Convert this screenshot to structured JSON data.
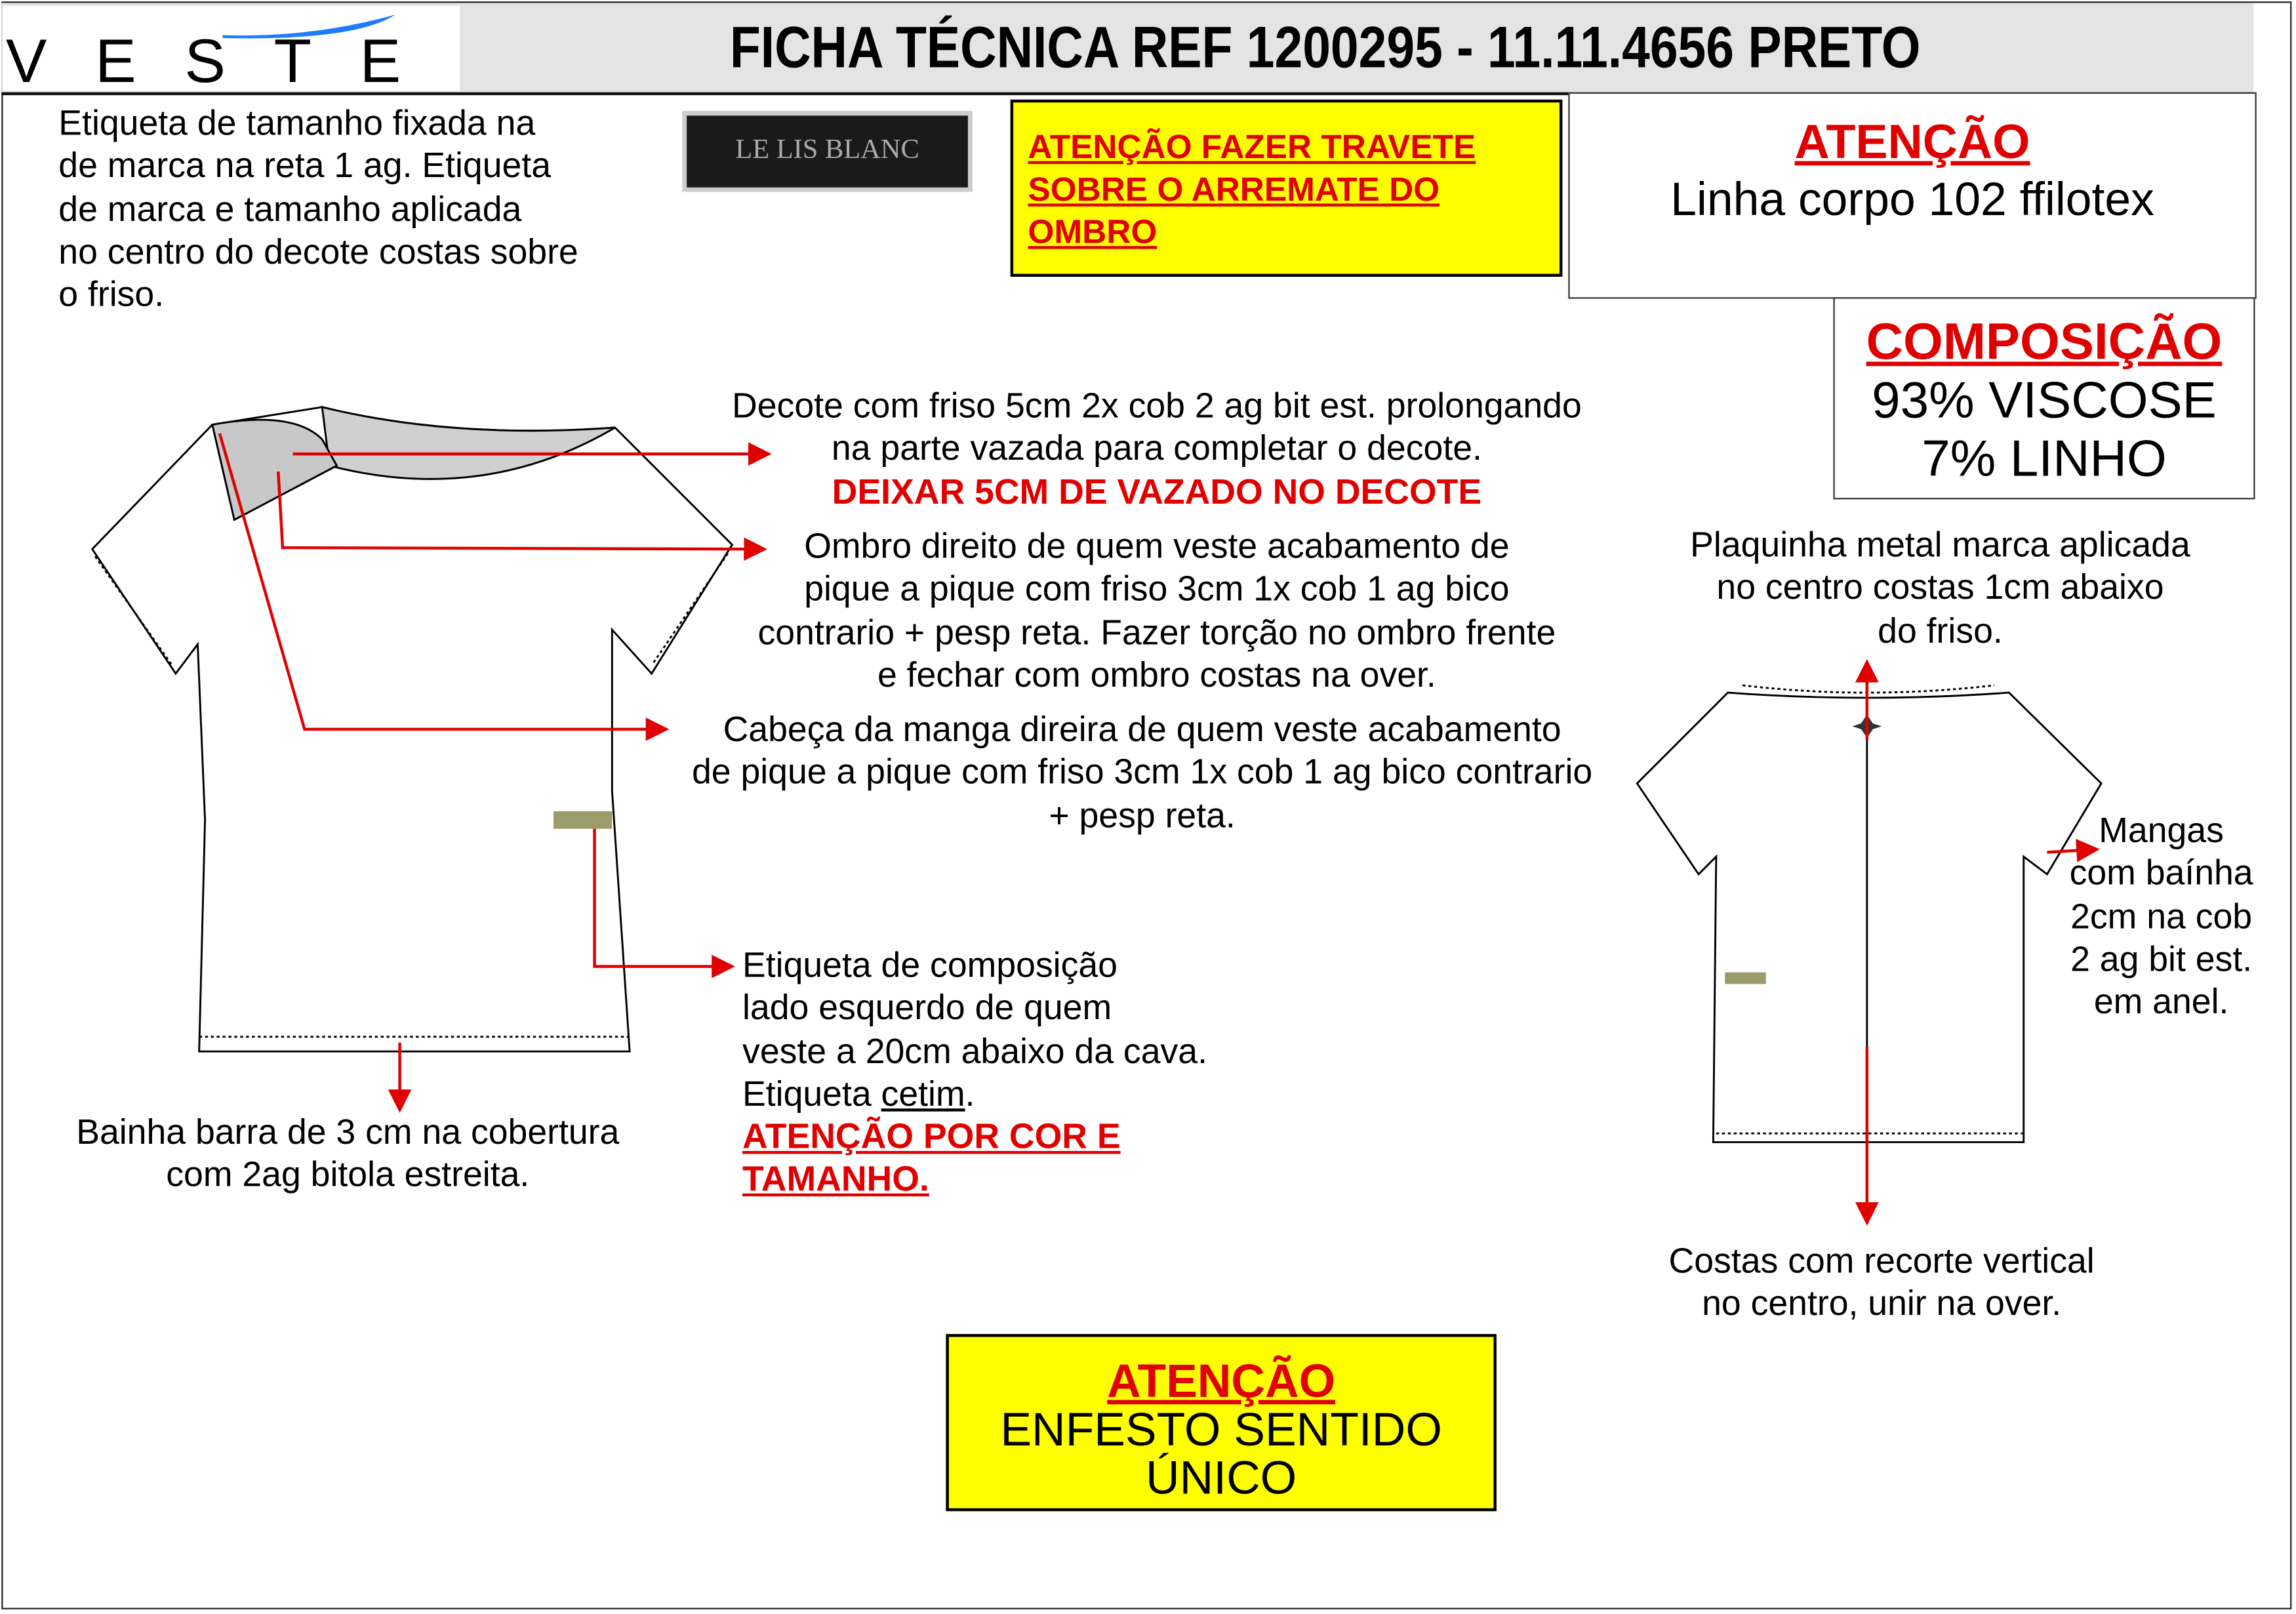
{
  "header": {
    "brand": "VESTE",
    "title": "FICHA TÉCNICA REF 1200295 -  11.11.4656 PRETO"
  },
  "label_image": {
    "text": "LE LIS BLANC"
  },
  "notes": {
    "size_label": [
      "Etiqueta de tamanho fixada na",
      "de marca na reta 1 ag. Etiqueta",
      "de marca e tamanho aplicada",
      "no centro do decote costas sobre",
      "o friso."
    ],
    "travete_warning": [
      "ATENÇÃO FAZER TRAVETE ",
      "SOBRE O ARREMATE DO ",
      "OMBRO"
    ],
    "thread": {
      "title": "ATENÇÃO",
      "text": "Linha corpo 102 ffilotex"
    },
    "composition": {
      "title": "COMPOSIÇÃO",
      "lines": [
        "93% VISCOSE",
        "7% LINHO"
      ]
    },
    "neckline": [
      "Decote com friso 5cm 2x cob 2 ag bit est. prolongando",
      "na parte vazada para completar o decote."
    ],
    "neckline_warning": "DEIXAR 5CM DE VAZADO NO DECOTE",
    "shoulder": [
      "Ombro direito de quem veste acabamento de",
      "pique a pique com friso 3cm 1x cob 1 ag bico",
      "contrario + pesp reta. Fazer torção no ombro frente",
      "e fechar com ombro costas na over."
    ],
    "sleeve_head": [
      "Cabeça da manga direira de quem veste acabamento",
      "de pique a pique com friso 3cm 1x cob 1 ag bico contrario",
      "+ pesp reta."
    ],
    "comp_label": [
      "Etiqueta de composição",
      "lado esquerdo de quem",
      "veste a 20cm abaixo da cava."
    ],
    "comp_label_last": {
      "prefix": "Etiqueta ",
      "underlined": "cetim",
      "suffix": "."
    },
    "comp_label_warning": [
      "ATENÇÃO POR COR E",
      "TAMANHO."
    ],
    "hem": [
      "Bainha barra de 3 cm na cobertura",
      "com 2ag bitola estreita."
    ],
    "metal_plate": [
      "Plaquinha metal marca aplicada",
      "no centro costas 1cm abaixo",
      "do friso."
    ],
    "sleeves": [
      "Mangas",
      "com baínha",
      "2cm na cob",
      "2 ag bit est.",
      "em anel."
    ],
    "back": [
      "Costas com recorte vertical",
      "no centro, unir na over."
    ],
    "spreading": {
      "title": "ATENÇÃO",
      "lines": [
        "ENFESTO SENTIDO",
        "ÚNICO"
      ]
    }
  },
  "colors": {
    "red": "#e00000",
    "yellow": "#ffff00",
    "logo_blue": "#1e7cff",
    "label_khaki": "#9c9c6a"
  }
}
